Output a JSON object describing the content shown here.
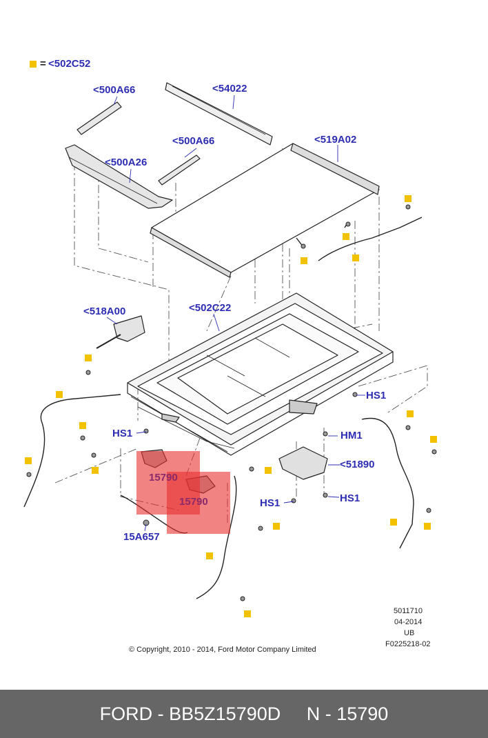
{
  "legend": {
    "equals": "=",
    "label": "<502C52",
    "marker_color": "#f2c200"
  },
  "labels": {
    "l500A66_a": "<500A66",
    "l54022": "<54022",
    "l500A66_b": "<500A66",
    "l500A26": "<500A26",
    "l519A02": "<519A02",
    "l518A00": "<518A00",
    "l502C22": "<502C22",
    "hs1_right": "HS1",
    "hs1_left": "HS1",
    "hm1": "HM1",
    "l51890": "<51890",
    "hs1_bottom_left": "HS1",
    "hs1_bottom_right": "HS1",
    "l15790_a": "15790",
    "l15790_b": "15790",
    "l15A657": "15A657"
  },
  "meta": {
    "line1": "5011710",
    "line2": "04-2014",
    "line3": "UB",
    "line4": "F0225218-02",
    "copyright": "© Copyright, 2010 - 2014, Ford Motor Company Limited"
  },
  "footer": {
    "text": "FORD - BB5Z15790D     N - 15790"
  },
  "colors": {
    "label": "#2d2db4",
    "highlight": "#e83030",
    "marker": "#f2c200",
    "footer_bg": "#666666"
  }
}
